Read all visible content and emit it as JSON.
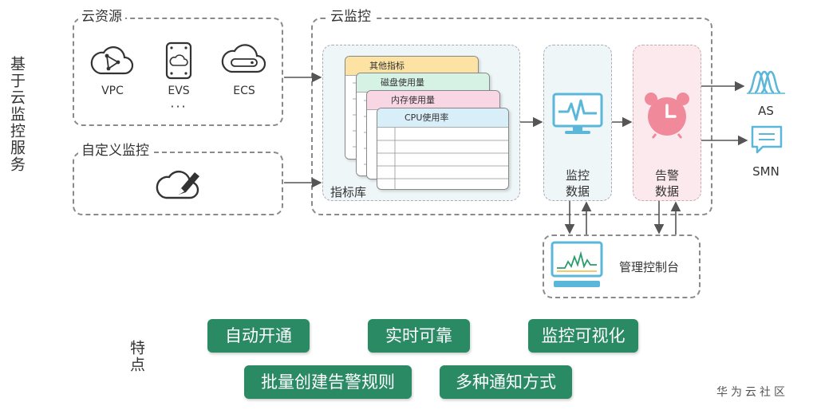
{
  "title_vertical": "基于云监控服务",
  "cloud_resources": {
    "title": "云资源",
    "items": [
      {
        "label": "VPC",
        "icon": "vpc-cloud-icon"
      },
      {
        "label": "EVS",
        "icon": "evs-disk-icon"
      },
      {
        "label": "ECS",
        "icon": "ecs-server-icon"
      }
    ],
    "ellipsis": "···"
  },
  "custom_monitor": {
    "title": "自定义监控",
    "icon": "cloud-pen-icon"
  },
  "cloud_monitor": {
    "title": "云监控",
    "metric_db": {
      "label": "指标库",
      "cards": [
        "其他指标",
        "磁盘使用量",
        "内存使用量",
        "CPU使用率"
      ]
    },
    "monitor_data": "监控\n数据",
    "alarm_data": "告警\n数据"
  },
  "outputs": [
    {
      "label": "AS",
      "icon": "as-wave-icon"
    },
    {
      "label": "SMN",
      "icon": "smn-message-icon"
    }
  ],
  "console": {
    "label": "管理控制台",
    "icon": "monitor-console-icon"
  },
  "features": {
    "title": "特点",
    "items": [
      "自动开通",
      "实时可靠",
      "监控可视化",
      "批量创建告警规则",
      "多种通知方式"
    ]
  },
  "watermark": "华为云社区",
  "colors": {
    "accent_blue": "#5bb7d9",
    "alarm_red": "#f08a9a",
    "feature_green": "#2a8a64",
    "card_orange": "#fde3a3",
    "card_green": "#d6f2e4",
    "card_pink": "#f9d6e4",
    "card_blue": "#d8eef8"
  }
}
